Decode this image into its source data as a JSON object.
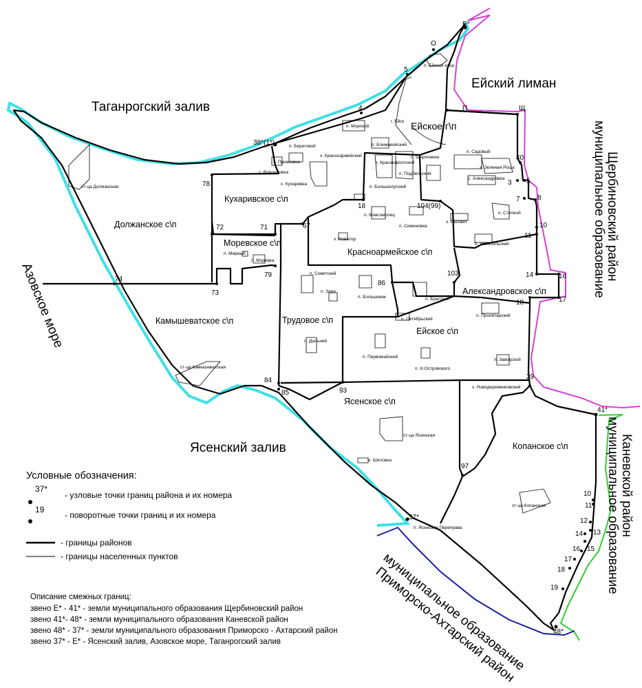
{
  "water": {
    "taganrog": "Таганрогский залив",
    "yeisk_liman": "Ейский лиман",
    "azov": "Азовское море",
    "yasen_zaliv": "Ясенский залив"
  },
  "neighbors": {
    "shcherbinovsky": [
      "муниципальное образование",
      "Щербиновский район"
    ],
    "kanevskoy": [
      "муниципальное образование",
      "Каневской район"
    ],
    "primorsko": [
      "муниципальное образование",
      "Приморско-Ахтарский район"
    ]
  },
  "districts": {
    "yeiskoe_gp": "Ейское г\\п",
    "kukharivskoe": "Кухаривское с\\п",
    "dolzhanskoe": "Должанское с\\п",
    "morevskoe": "Моревское с\\п",
    "krasnoarmeyskoe": "Красноармейское с\\п",
    "aleksandrovskoe": "Александровское с\\п",
    "kamyshevatskoe": "Камышеватское с\\п",
    "trudovoe": "Трудовое с\\п",
    "yeiskoe_sp": "Ейское с\\п",
    "yasenskoe": "Ясенское с\\п",
    "kopanskoe": "Копанское с\\п"
  },
  "settlements": {
    "yeisk_kosa": "п. Ейская коса",
    "morskoy": "п. Морской",
    "yeisk": "г. Ейск",
    "beregovoy": "п. Береговой",
    "krasnoarm_x": "х. Красноармейский",
    "blizhneyeisky": "п. Ближнеейский",
    "krasnoflotsky": "п. Краснофлотский",
    "shirochanka": "п. Широчанка",
    "podbelsky": "п. Подбельский",
    "sadovy": "п. Садовый",
    "zelenaya": "х. Зеленая Роща",
    "aleksandrovka": "с. Александровка",
    "privolovka": "х. Приазовка",
    "vorontsovka": "с. Воронцовка",
    "kukharivka": "с. Кухаривка",
    "dolzhanskaya": "ст-ца Должанская",
    "bolshelugsky": "п. Большелугский",
    "komsomolets": "п. Комсомолец",
    "simonovka": "п. Симоновка",
    "rassvet": "х. Рассвет",
    "stepnoy": "п. Степной",
    "yasnopolsky": "п. Яснопольский",
    "novator": "х. Новатор",
    "mirny": "п. Мирный",
    "morevka": "п. Моревка",
    "sovetsky": "п. Советский",
    "zarya": "п. Заря",
    "bolshevik": "п. Большевик",
    "bratsky": "п. Братский",
    "oktyabrsky": "п. Октябрьский",
    "proletarsky": "п. Пролетарский",
    "dalny": "п. Дальний",
    "pervomaysky": "п. Первомайский",
    "zavodskoy": "п. Заводской",
    "ostrovskogo": "п. Н.Островского",
    "novoderevyankovsky": "х. Новодеревянковский",
    "kamyshevatskaya": "ст-ца Камышеватская",
    "yasenskaya": "ст-ца Ясенская",
    "shilovka": "х. Шиловка",
    "kopanskaya": "ст-ца Копанская",
    "yasenskaya_pereprava": "п. Ясенская Переправа"
  },
  "points": {
    "E": "Е*",
    "O": "О",
    "p5": "5",
    "p4": "4",
    "p38": "38*(1*)",
    "P": "П",
    "Sh": "Щ",
    "p40": "40",
    "p3": "3",
    "p5b": "5",
    "p7": "7",
    "p8": "8",
    "p10": "10",
    "p11": "11",
    "p14": "14",
    "p16": "16",
    "p17": "17",
    "p18r": "18",
    "p78": "78",
    "p18": "18",
    "p104": "104(99)",
    "p72": "72",
    "p71": "71",
    "p67": "67",
    "p74": "74",
    "p73": "73",
    "p79": "79",
    "p86": "86",
    "p103": "103",
    "p29": "29",
    "p41": "41*",
    "p84": "84",
    "p85": "85",
    "p93": "93",
    "p97": "97",
    "p37": "37*",
    "k10": "10",
    "k11": "11",
    "k12": "12",
    "k13": "13",
    "k14": "14",
    "k15": "15",
    "k16": "16",
    "k17": "17",
    "k18": "18",
    "k19": "19",
    "p48": "48*"
  },
  "legend": {
    "title": "Условные обозначения:",
    "node_number": "37*",
    "node_text": "- узловые точки границ района и их номера",
    "turn_number": "19",
    "turn_text": "- поворотные точки границ и их номера",
    "district_text": "- границы районов",
    "settlement_text": "- границы населенных пунктов"
  },
  "description": {
    "title": "Описание смежных границ:",
    "lines": [
      "звено Е* - 41* - земли муниципального образования Щербиновский район",
      "звено 41*- 48* - земли муниципального образования Каневской район",
      "звено 48* - 37* - земли муниципального образования Приморско - Ахтарский район",
      "звено 37* - Е* - Ясенский залив, Азовское море, Таганрогский залив"
    ]
  },
  "colors": {
    "coast": "#3fe0e6",
    "shcherbinovsky_border": "#d63fd6",
    "kanevskoy_border": "#33cc33",
    "primorsko_border": "#1a1a9c",
    "district_border": "#000000"
  }
}
